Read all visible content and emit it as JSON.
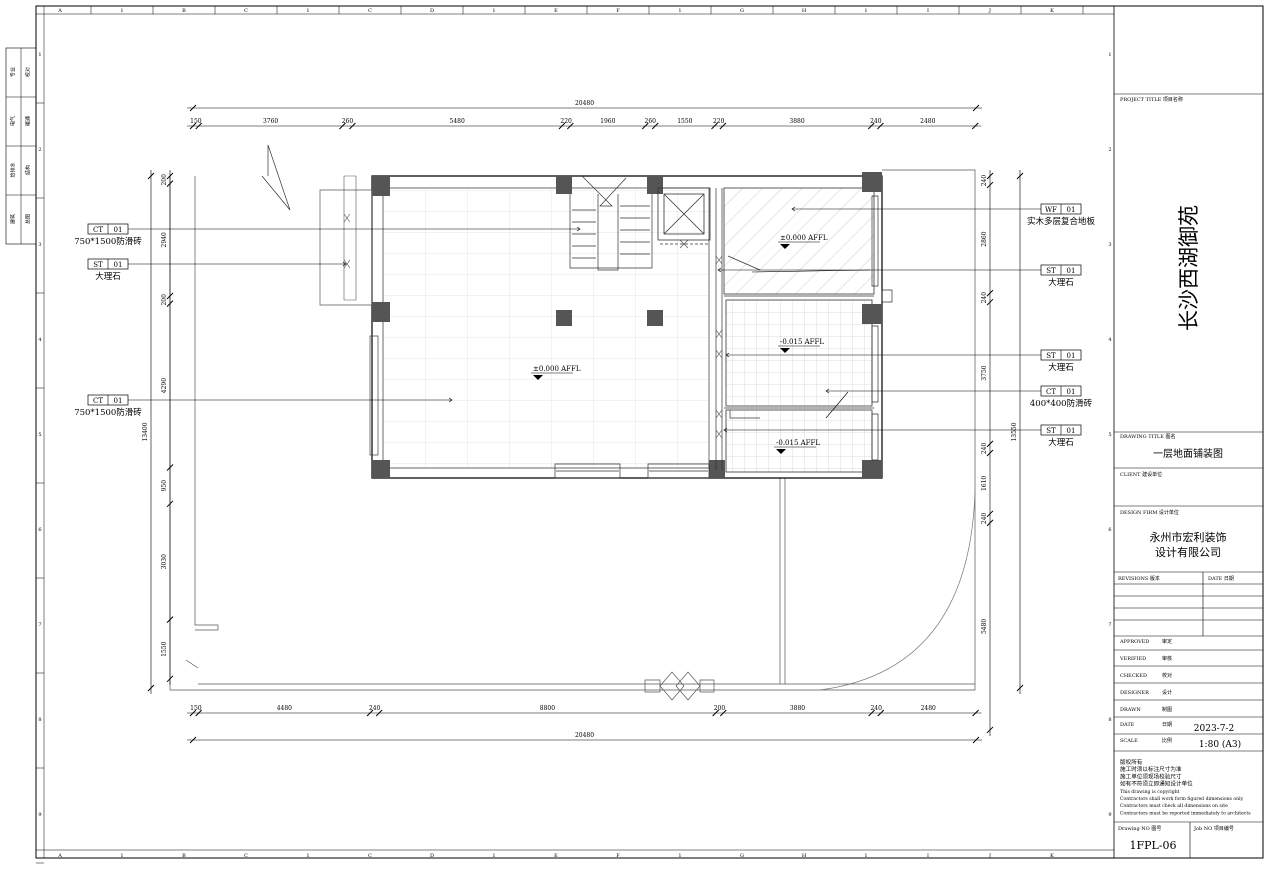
{
  "grid_columns": [
    "A",
    "1",
    "B",
    "C",
    "1",
    "C",
    "D",
    "1",
    "E",
    "F",
    "1",
    "G",
    "H",
    "1",
    "I",
    "J",
    "K"
  ],
  "grid_rows": [
    "1",
    "2",
    "3",
    "4",
    "5",
    "6",
    "7",
    "8",
    "9"
  ],
  "dimensions": {
    "top_total": "20480",
    "top_segments": [
      "150",
      "3760",
      "260",
      "5480",
      "220",
      "1960",
      "260",
      "1550",
      "220",
      "3880",
      "240",
      "2480"
    ],
    "bottom_total": "20480",
    "bottom_segments": [
      "150",
      "4480",
      "240",
      "8800",
      "200",
      "3880",
      "240",
      "2480"
    ],
    "left_total": "13400",
    "left_segments": [
      "200",
      "2940",
      "200",
      "4290",
      "950",
      "3030",
      "1550"
    ],
    "right_total": "13550",
    "right_segments": [
      "240",
      "2860",
      "240",
      "3750",
      "240",
      "1610",
      "240",
      "5480"
    ]
  },
  "tags": [
    {
      "code": "CT",
      "num": "01",
      "caption": "750*1500防滑砖"
    },
    {
      "code": "ST",
      "num": "01",
      "caption": "大理石"
    },
    {
      "code": "CT",
      "num": "01",
      "caption": "750*1500防滑砖"
    },
    {
      "code": "WF",
      "num": "01",
      "caption": "实木多层复合地板"
    },
    {
      "code": "ST",
      "num": "01",
      "caption": "大理石"
    },
    {
      "code": "ST",
      "num": "01",
      "caption": "大理石"
    },
    {
      "code": "CT",
      "num": "01",
      "caption": "400*400防滑砖"
    },
    {
      "code": "ST",
      "num": "01",
      "caption": "大理石"
    }
  ],
  "levels": [
    "±0.000 AFFL",
    "±0.000 AFFL",
    "-0.015 AFFL",
    "-0.015 AFFL"
  ],
  "left_strip_labels": [
    "专业",
    "校对",
    "电气",
    "暖通",
    "给排水",
    "结构",
    "建筑",
    "总图"
  ],
  "title_block": {
    "project_title_label": "PROJECT TITLE  项目名称",
    "project_name": "长沙西湖御苑",
    "drawing_title_label": "DRAWING TITLE  图名",
    "drawing_title": "一层地面铺装图",
    "client_label": "CLIENT  建设单位",
    "design_firm_label": "DESIGN FIRM  设计单位",
    "design_firm_line1": "永州市宏利装饰",
    "design_firm_line2": "设计有限公司",
    "revisions_label": "REVISIONS  版本",
    "date_col_label": "DATE  日期",
    "roles": [
      {
        "en": "APPROVED",
        "cn": "审定"
      },
      {
        "en": "VERIFIED",
        "cn": "审核"
      },
      {
        "en": "CHECKED",
        "cn": "校对"
      },
      {
        "en": "DESIGNER",
        "cn": "设计"
      },
      {
        "en": "DRAWN",
        "cn": "制图"
      }
    ],
    "date_label_en": "DATE",
    "date_label_cn": "日期",
    "date_value": "2023-7-2",
    "scale_label_en": "SCALE",
    "scale_label_cn": "比例",
    "scale_value": "1:80 (A3)",
    "notes": [
      "版权所有",
      "施工时须以标注尺寸为准",
      "施工单位须现场校验尺寸",
      "如有不符须立即通知设计单位",
      "This drawing is copyright",
      "Contractors shall work form figured dimensions only",
      "Contractors must check all dimensions on site",
      "Contractors must be reported immediately to architects"
    ],
    "drawing_no_label": "Drawing NO  图号",
    "job_no_label": "Job NO  项目编号",
    "drawing_no": "1FPL-06"
  }
}
